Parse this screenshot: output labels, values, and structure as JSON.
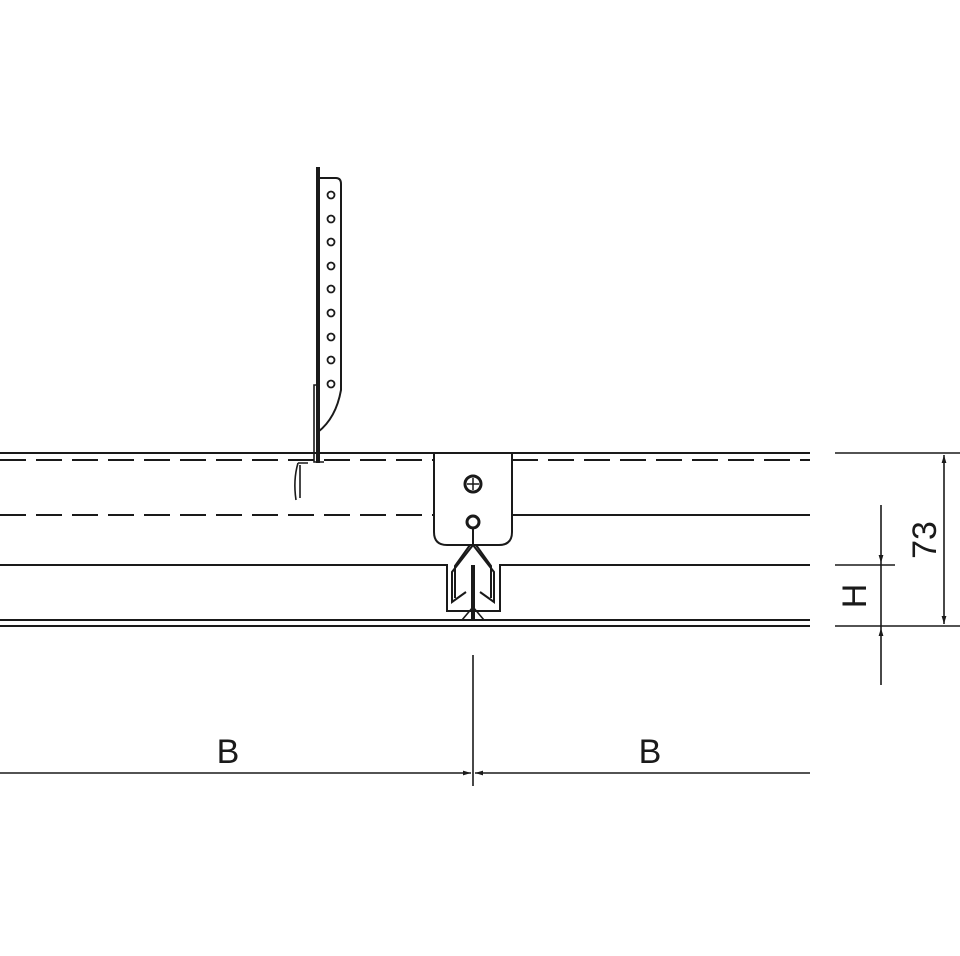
{
  "diagram": {
    "dimensions": {
      "total_height": "73",
      "profile_height": "H",
      "left_width": "B",
      "right_width": "B"
    }
  }
}
